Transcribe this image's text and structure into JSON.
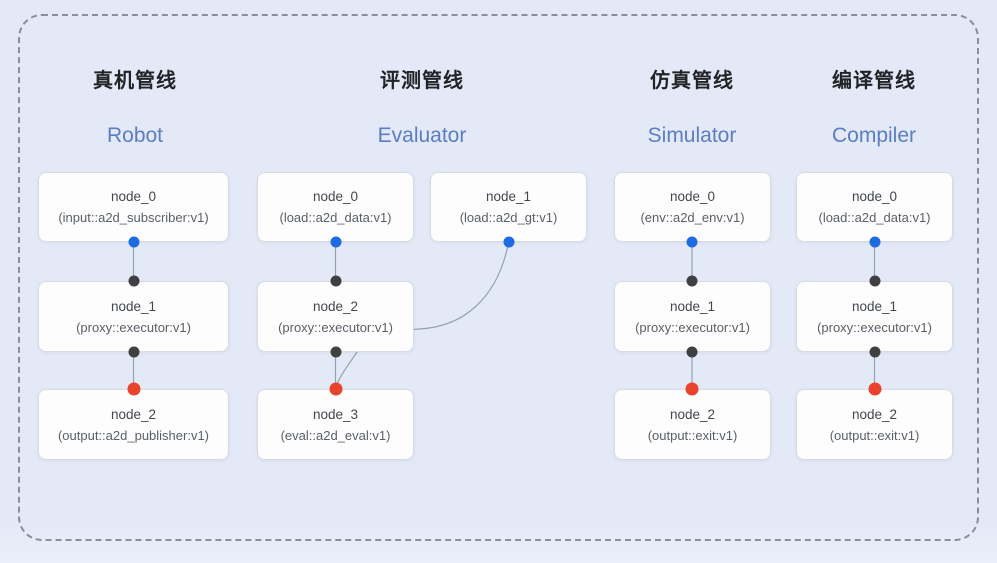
{
  "colors": {
    "background": "#e4e9f7",
    "panel_border": "#8b8e98",
    "node_fill": "#fdfdfe",
    "node_border": "#d7dbe4",
    "node_title_text": "#43474d",
    "node_subtitle_text": "#5a5f66",
    "pipeline_title_zh": "#222327",
    "pipeline_title_en": "#5a7dc5",
    "connector_line": "#98a1b3",
    "port_output_blue": "#1e6ae1",
    "port_proxy_black": "#3f4042",
    "port_input_red": "#e8432d"
  },
  "pipelines": [
    {
      "title_zh": "真机管线",
      "title_en": "Robot",
      "nodes": [
        {
          "title": "node_0",
          "subtitle": "(input::a2d_subscriber:v1)"
        },
        {
          "title": "node_1",
          "subtitle": "(proxy::executor:v1)"
        },
        {
          "title": "node_2",
          "subtitle": "(output::a2d_publisher:v1)"
        }
      ]
    },
    {
      "title_zh": "评测管线",
      "title_en": "Evaluator",
      "nodes": [
        {
          "title": "node_0",
          "subtitle": "(load::a2d_data:v1)"
        },
        {
          "title": "node_1",
          "subtitle": "(load::a2d_gt:v1)"
        },
        {
          "title": "node_2",
          "subtitle": "(proxy::executor:v1)"
        },
        {
          "title": "node_3",
          "subtitle": "(eval::a2d_eval:v1)"
        }
      ]
    },
    {
      "title_zh": "仿真管线",
      "title_en": "Simulator",
      "nodes": [
        {
          "title": "node_0",
          "subtitle": "(env::a2d_env:v1)"
        },
        {
          "title": "node_1",
          "subtitle": "(proxy::executor:v1)"
        },
        {
          "title": "node_2",
          "subtitle": "(output::exit:v1)"
        }
      ]
    },
    {
      "title_zh": "编译管线",
      "title_en": "Compiler",
      "nodes": [
        {
          "title": "node_0",
          "subtitle": "(load::a2d_data:v1)"
        },
        {
          "title": "node_1",
          "subtitle": "(proxy::executor:v1)"
        },
        {
          "title": "node_2",
          "subtitle": "(output::exit:v1)"
        }
      ]
    }
  ]
}
